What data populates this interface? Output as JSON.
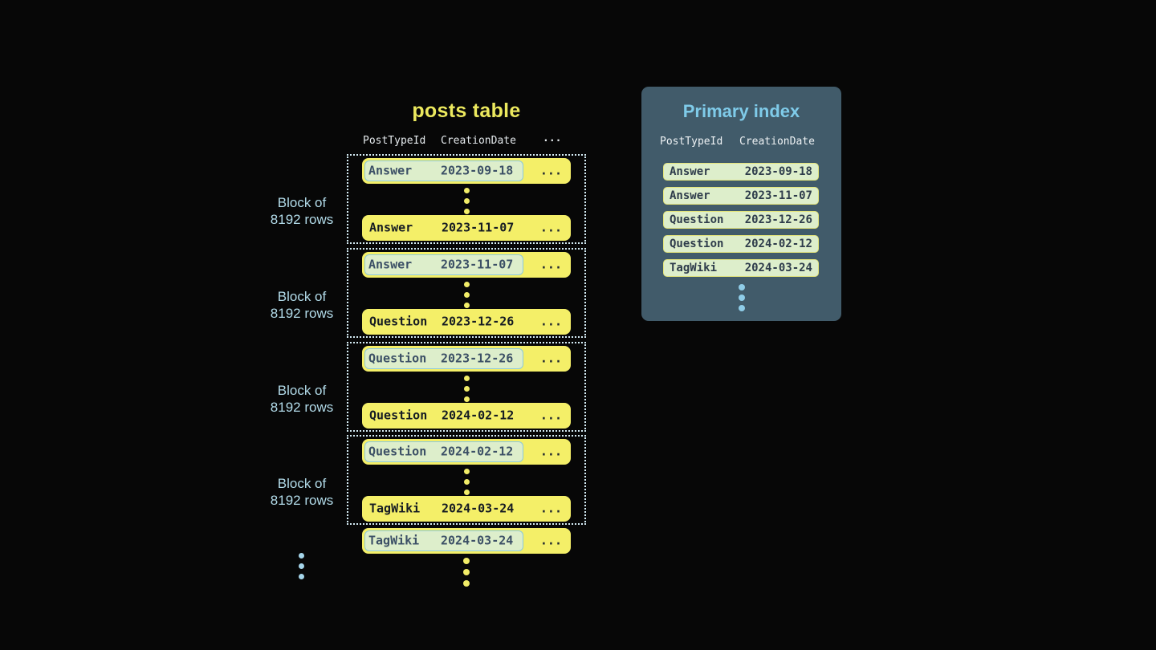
{
  "colors": {
    "background": "#070707",
    "row_yellow": "#f4ef68",
    "title_yellow": "#ece95e",
    "highlight_mint": "#ddeecb",
    "highlight_border_cyan": "#8cc9de",
    "index_row_border_yellow": "#e3e47c",
    "block_dotted_border": "#d5ecf5",
    "label_blue": "#b2dbe9",
    "panel_background": "#415b6a",
    "panel_title_blue": "#7fcbe9",
    "header_text": "#e4e9ec",
    "dark_text": "#161c23",
    "highlight_text": "#3c5066",
    "dot_yellow": "#f2ed68",
    "dot_blue": "#a5d5ea"
  },
  "posts_table": {
    "title": "posts table",
    "headers": {
      "col1": "PostTypeId",
      "col2": "CreationDate",
      "col3": "..."
    },
    "block_label": {
      "line1": "Block of",
      "line2": "8192 rows"
    },
    "ellipsis": "...",
    "blocks": [
      {
        "first": {
          "type": "Answer",
          "date": "2023-09-18"
        },
        "last": {
          "type": "Answer",
          "date": "2023-11-07"
        }
      },
      {
        "first": {
          "type": "Answer",
          "date": "2023-11-07"
        },
        "last": {
          "type": "Question",
          "date": "2023-12-26"
        }
      },
      {
        "first": {
          "type": "Question",
          "date": "2023-12-26"
        },
        "last": {
          "type": "Question",
          "date": "2024-02-12"
        }
      },
      {
        "first": {
          "type": "Question",
          "date": "2024-02-12"
        },
        "last": {
          "type": "TagWiki",
          "date": "2024-03-24"
        }
      }
    ],
    "overflow_row": {
      "type": "TagWiki",
      "date": "2024-03-24"
    }
  },
  "primary_index": {
    "title": "Primary index",
    "headers": {
      "col1": "PostTypeId",
      "col2": "CreationDate"
    },
    "rows": [
      {
        "type": "Answer",
        "date": "2023-09-18"
      },
      {
        "type": "Answer",
        "date": "2023-11-07"
      },
      {
        "type": "Question",
        "date": "2023-12-26"
      },
      {
        "type": "Question",
        "date": "2024-02-12"
      },
      {
        "type": "TagWiki",
        "date": "2024-03-24"
      }
    ]
  }
}
